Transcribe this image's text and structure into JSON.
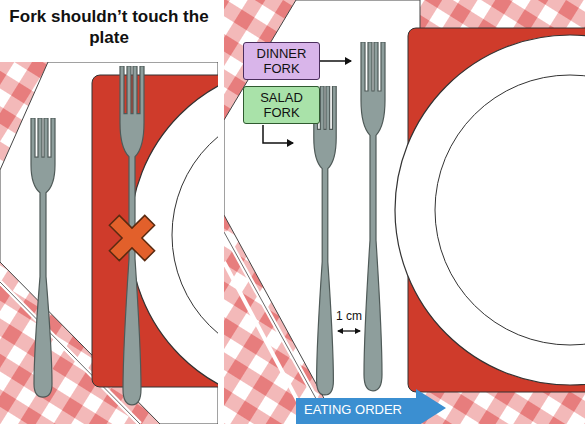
{
  "diagram": {
    "title": "Fork shouldn’t touch the plate",
    "nodes": [
      {
        "text": [
          "DINNER FORK"
        ]
      },
      {
        "text": [
          "SALAD FORK"
        ]
      },
      {
        "text": [
          "EATING ORDER"
        ]
      }
    ],
    "labels": [
      "1 cm"
    ]
  }
}
